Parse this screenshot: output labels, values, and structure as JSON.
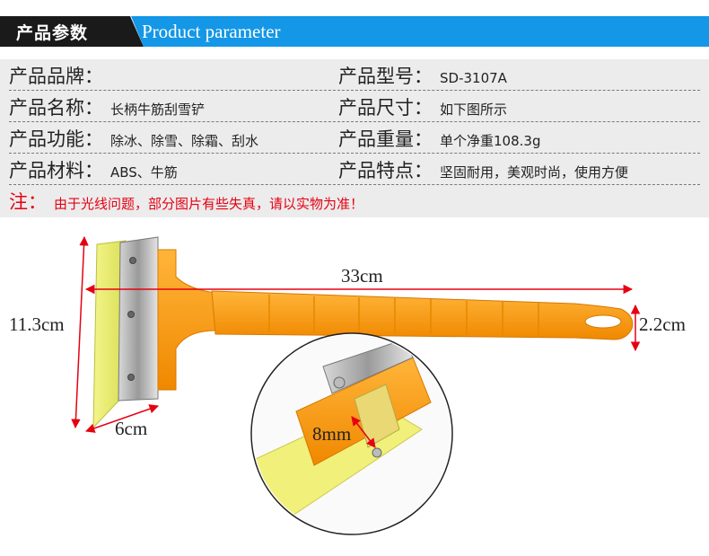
{
  "header": {
    "title_cn": "产品参数",
    "title_en": "Product parameter"
  },
  "params": [
    {
      "left": {
        "label": "产品品牌：",
        "value": ""
      },
      "right": {
        "label": "产品型号：",
        "value": "SD-3107A"
      }
    },
    {
      "left": {
        "label": "产品名称：",
        "value": "长柄牛筋刮雪铲"
      },
      "right": {
        "label": "产品尺寸：",
        "value": "如下图所示"
      }
    },
    {
      "left": {
        "label": "产品功能：",
        "value": "除冰、除雪、除霜、刮水"
      },
      "right": {
        "label": "产品重量：",
        "value": "单个净重108.3g"
      }
    },
    {
      "left": {
        "label": "产品材料：",
        "value": "ABS、牛筋"
      },
      "right": {
        "label": "产品特点：",
        "value": "坚固耐用，美观时尚，使用方便"
      }
    }
  ],
  "note": {
    "label": "注：",
    "text": "由于光线问题，部分图片有些失真，请以实物为准！"
  },
  "dimensions": {
    "length": "33cm",
    "height": "11.3cm",
    "blade_width": "6cm",
    "handle_hole": "2.2cm",
    "detail": "8mm"
  },
  "colors": {
    "header_black": "#1a1a1a",
    "header_blue": "#1497e6",
    "panel_gray": "#ececec",
    "note_red": "#e60012",
    "handle_orange": "#ff9f1a",
    "blade_yellow": "#eef07a",
    "arrow_red": "#e60012"
  }
}
